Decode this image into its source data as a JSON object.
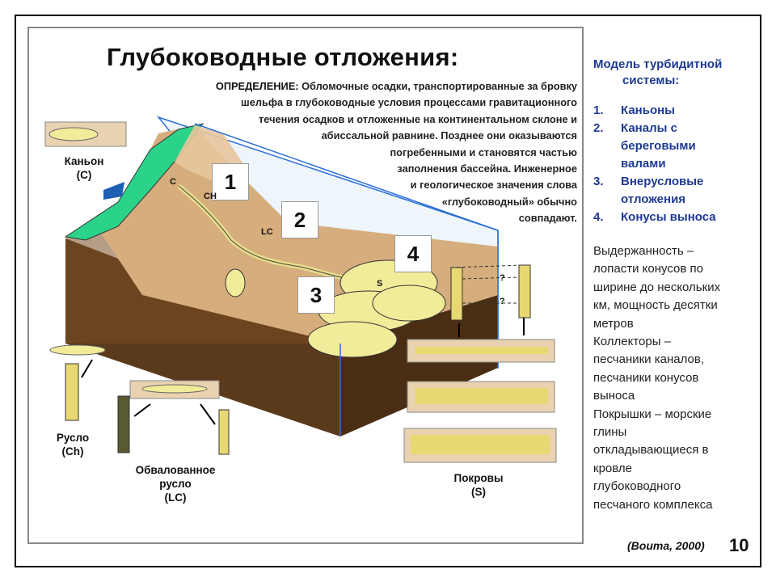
{
  "figure": {
    "title": "Глубоководные отложения:",
    "definition_label": "ОПРЕДЕЛЕНИЕ:",
    "definition_lines": [
      "Обломочные осадки, транспортированные за бровку",
      "шельфа в глубоководные условия процессами гравитационного",
      "течения осадков и отложенные на континентальном склоне и",
      "абиссальной равнине. Позднее они оказываются",
      "погребенными и становятся частью",
      "заполнения бассейна. Инженерное",
      "и геологическое значения слова",
      "«глубоководный» обычно",
      "совпадают."
    ],
    "numbers": [
      "1",
      "2",
      "3",
      "4"
    ],
    "map_labels": {
      "c": "C",
      "ch": "CH",
      "lc": "LC",
      "s": "S"
    },
    "canyon_label": [
      "Каньон",
      "(C)"
    ],
    "channel_label": [
      "Русло",
      "(Ch)"
    ],
    "levee_label": [
      "Обвалованное",
      "русло",
      "(LC)"
    ],
    "sheet_label": [
      "Покровы",
      "(S)"
    ],
    "question_marks": [
      "?",
      "?"
    ]
  },
  "panel": {
    "title_lines": [
      "Модель турбидитной",
      "системы:"
    ],
    "items": [
      {
        "n": "1.",
        "text": "Каньоны"
      },
      {
        "n": "2.",
        "text": "Каналы с береговыми валами"
      },
      {
        "n": "3.",
        "text": "Внерусловые отложения"
      },
      {
        "n": "4.",
        "text": "Конусы выноса"
      }
    ],
    "body_lines": [
      "Выдержанность –",
      "лопасти конусов по",
      "ширине до нескольких",
      "км, мощность десятки",
      "метров",
      "Коллекторы –",
      "песчаники каналов,",
      "песчаники конусов",
      "выноса",
      "Покрышки – морские",
      "глины",
      "откладывающиеся в",
      "кровле",
      "глубоководного",
      "песчаного комплекса"
    ]
  },
  "citation": "(Bouma, 2000)",
  "slide_number": "10",
  "colors": {
    "panel_accent": "#1f3a93",
    "land_green": "#2bd38a",
    "sand_yellow": "#f2eb9a",
    "sediment_tan": "#d6ad7c"
  }
}
